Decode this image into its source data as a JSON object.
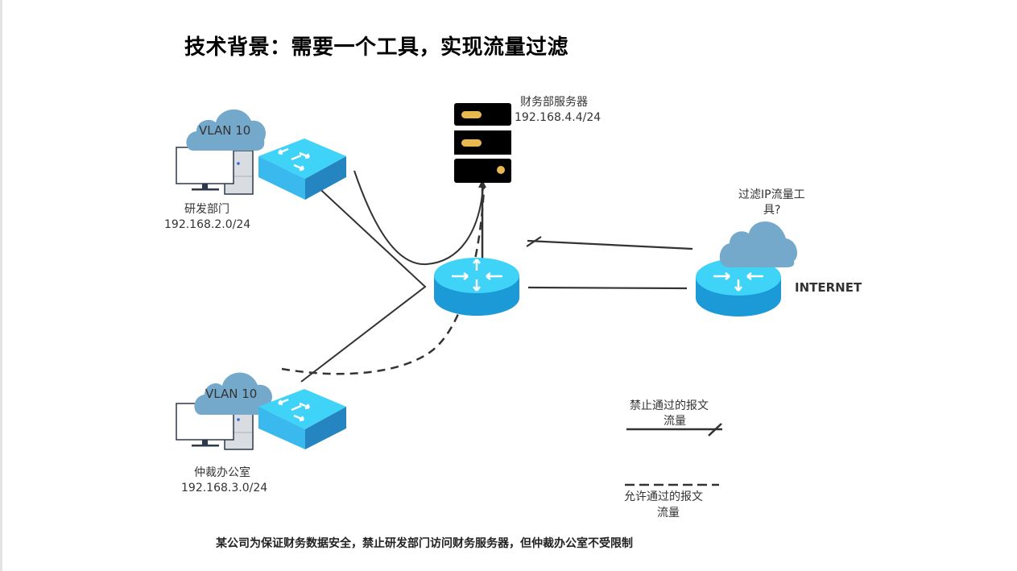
{
  "title": "技术背景：需要一个工具，实现流量过滤",
  "nodes": {
    "rd_dept": {
      "vlan": "VLAN 10",
      "name": "研发部门",
      "subnet": "192.168.2.0/24"
    },
    "arbitration_office": {
      "vlan": "VLAN 10",
      "name": "仲裁办公室",
      "subnet": "192.168.3.0/24"
    },
    "finance_server": {
      "name": "财务部服务器",
      "ip": "192.168.4.4/24"
    },
    "filter_tool": {
      "label_line1": "过滤IP流量工",
      "label_line2": "具?"
    },
    "internet": {
      "label": "INTERNET"
    }
  },
  "legend": {
    "blocked": {
      "line1": "禁止通过的报文",
      "line2": "流量"
    },
    "allowed": {
      "line1": "允许通过的报文",
      "line2": "流量"
    }
  },
  "caption": "某公司为保证财务数据安全，禁止研发部门访问财务服务器，但仲裁办公室不受限制",
  "colors": {
    "cloud": "#75a9cc",
    "device_top": "#3fd3f7",
    "device_side": "#1c9ad8",
    "switch_side_dark": "#2585c0",
    "server_body": "#000000",
    "server_led": "#e9b84e",
    "line": "#333333"
  }
}
